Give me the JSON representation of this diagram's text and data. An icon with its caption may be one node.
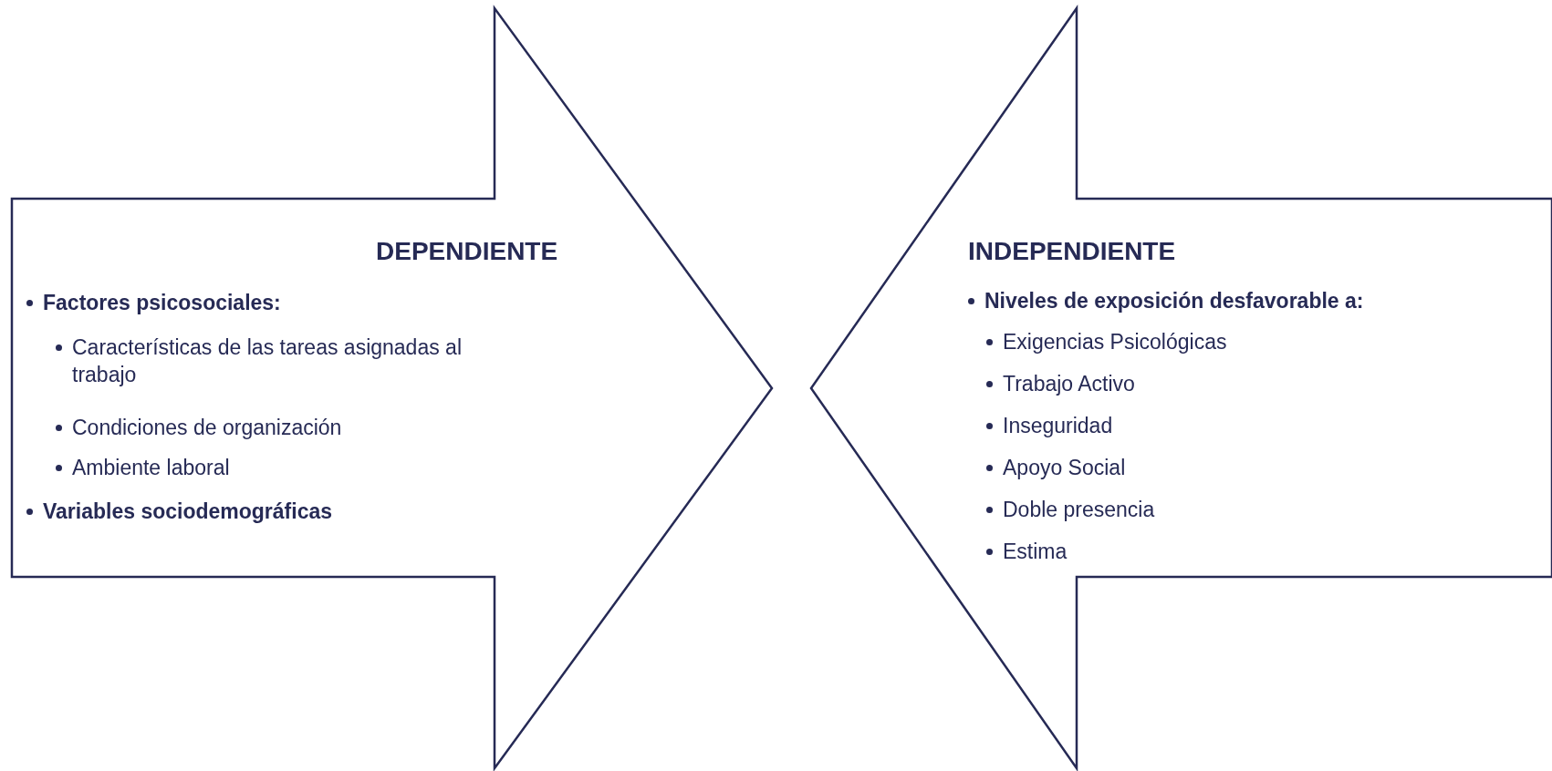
{
  "diagram": {
    "nodes": [
      {
        "text": [
          "DEPENDIENTE",
          "Factores psicosociales:",
          "Características de las tareas asignadas al trabajo",
          "Condiciones de organización",
          "Ambiente laboral",
          "Variables sociodemográficas"
        ]
      },
      {
        "text": [
          "INDEPENDIENTE",
          "Niveles de exposición desfavorable a:",
          "Exigencias Psicológicas",
          "Trabajo Activo",
          "Inseguridad",
          "Apoyo Social",
          "Doble presencia",
          "Estima"
        ]
      }
    ]
  }
}
